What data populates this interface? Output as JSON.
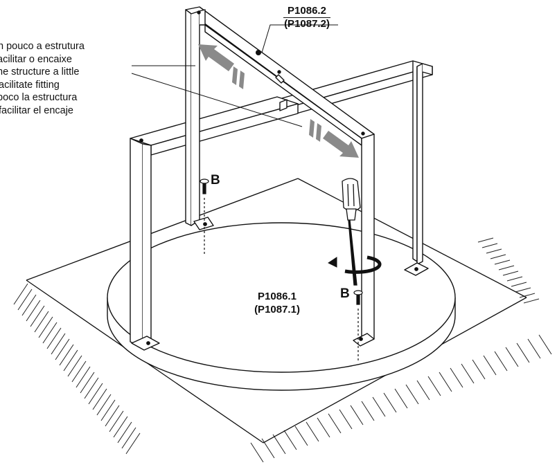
{
  "note_lines": [
    "n pouco a estrutura",
    "acilitar o encaixe",
    "he structure a little",
    "acilitate fitting",
    " poco la estructura",
    "facilitar el encaje"
  ],
  "top_part": {
    "code": "P1086.2",
    "alt_code": "(P1087.2)"
  },
  "base_part": {
    "code": "P1086.1",
    "alt_code": "(P1087.1)"
  },
  "screw_labels": {
    "left": "B",
    "right": "B"
  }
}
